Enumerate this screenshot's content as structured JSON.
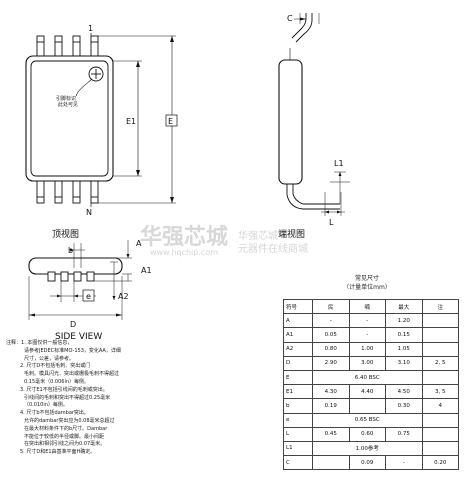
{
  "watermark": {
    "brand_cn": "华强芯城",
    "url": "www.hqchip.com",
    "line1": "华强芯城",
    "line2": "元器件在线商城"
  },
  "views": {
    "top_title": "顶视图",
    "end_title": "端视图",
    "side_title": "SIDE VIEW"
  },
  "top_view": {
    "pin1_label": "1",
    "pinN_label": "N",
    "marker_note_line1": "引脚标识",
    "marker_note_line2": "此处可见",
    "dim_E1": "E1",
    "dim_E": "E"
  },
  "end_view": {
    "dim_C": "C",
    "dim_L1": "L1",
    "dim_L": "L"
  },
  "side_view": {
    "dim_b": "b",
    "dim_A": "A",
    "dim_A1": "A1",
    "dim_A2": "A2",
    "dim_e": "e",
    "dim_D": "D"
  },
  "notes": {
    "header": "注释：",
    "lines": [
      "1. 本图仅供一般信息，",
      "请参考JEDEC标准MO-153，变化AA，详细",
      "尺寸，公差，请参考。",
      "2. 尺寸D不包括毛刺、突出或门",
      "毛刺。模具闪光、突出或栅极毛刺不得超过",
      "0.15毫米（0.006in）每侧。",
      "3. 尺寸E1不包括引线间的毛刺或突出。",
      "引线间的毛刺和突出不得超过0.25毫米",
      "（0.010in）每侧。",
      "4. 尺寸b不包括dambar突出。",
      "允许的dambar突出应为0.08毫米总超过",
      "在最大材料条件下的b尺寸。Dambar",
      "不能位于较低的半径或脚。最小间距",
      "在突出和相邻引线之间为0.07毫米。",
      "5. 尺寸D和E1由基准平面H确定。"
    ]
  },
  "dimension_table": {
    "title_line1": "常见尺寸",
    "title_line2": "（计量单位mm）",
    "headers": [
      "符号",
      "民",
      "喃",
      "最大",
      "注"
    ],
    "rows": [
      {
        "sym": "A",
        "min": "-",
        "nom": "-",
        "max": "1.20",
        "note": ""
      },
      {
        "sym": "A1",
        "min": "0.05",
        "nom": "-",
        "max": "0.15",
        "note": ""
      },
      {
        "sym": "A2",
        "min": "0.80",
        "nom": "1.00",
        "max": "1.05",
        "note": ""
      },
      {
        "sym": "D",
        "min": "2.90",
        "nom": "3.00",
        "max": "3.10",
        "note": "2, 5"
      },
      {
        "sym": "E",
        "span": "6.40 BSC",
        "note": ""
      },
      {
        "sym": "E1",
        "min": "4.30",
        "nom": "4.40",
        "max": "4.50",
        "note": "3, 5"
      },
      {
        "sym": "b",
        "min": "0.19",
        "nom": "",
        "max": "0.30",
        "note": "4"
      },
      {
        "sym": "e",
        "span": "0.65 BSC",
        "note": ""
      },
      {
        "sym": "L",
        "min": "0.45",
        "nom": "0.60",
        "max": "0.75",
        "note": ""
      },
      {
        "sym": "L1",
        "span": "1.00参考",
        "note": ""
      },
      {
        "sym": "C",
        "min": "",
        "nom": "0.09",
        "max": "-",
        "note": "0.20"
      }
    ]
  }
}
